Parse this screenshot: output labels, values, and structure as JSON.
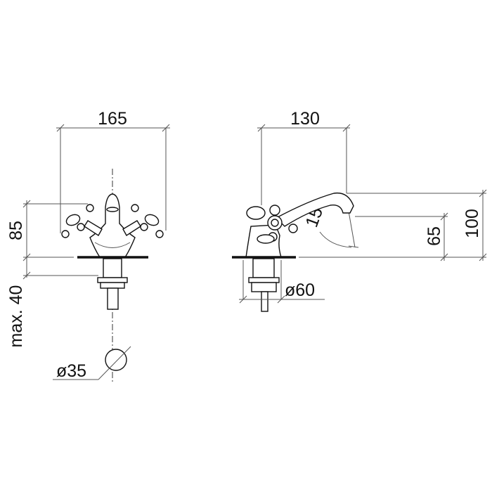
{
  "front_view": {
    "width_label": "165",
    "height_label": "85",
    "mount_label": "max. 40",
    "hole_label": "ø35"
  },
  "side_view": {
    "depth_label": "130",
    "height_label": "100",
    "spout_height_label": "65",
    "angle_label": "15°",
    "rosette_label": "ø60"
  }
}
